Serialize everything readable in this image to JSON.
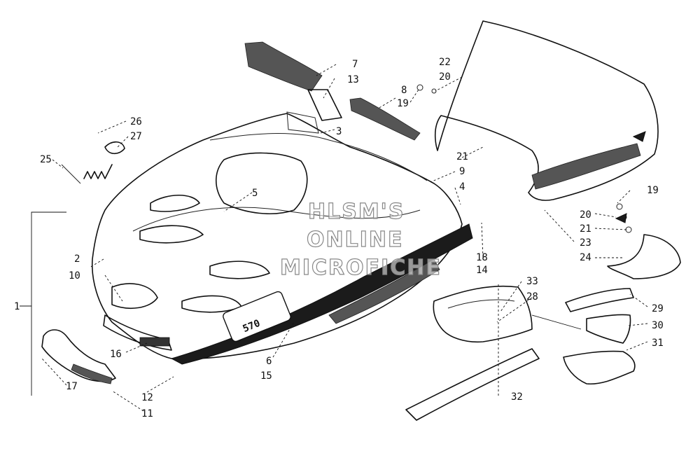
{
  "callouts": [
    {
      "id": "c1",
      "label": "1"
    },
    {
      "id": "c2",
      "label": "2"
    },
    {
      "id": "c3",
      "label": "3"
    },
    {
      "id": "c4",
      "label": "4"
    },
    {
      "id": "c5",
      "label": "5"
    },
    {
      "id": "c6",
      "label": "6"
    },
    {
      "id": "c7",
      "label": "7"
    },
    {
      "id": "c8",
      "label": "8"
    },
    {
      "id": "c9",
      "label": "9"
    },
    {
      "id": "c10",
      "label": "10"
    },
    {
      "id": "c11",
      "label": "11"
    },
    {
      "id": "c12",
      "label": "12"
    },
    {
      "id": "c13",
      "label": "13"
    },
    {
      "id": "c14",
      "label": "14"
    },
    {
      "id": "c15",
      "label": "15"
    },
    {
      "id": "c16",
      "label": "16"
    },
    {
      "id": "c17",
      "label": "17"
    },
    {
      "id": "c18",
      "label": "18"
    },
    {
      "id": "c19a",
      "label": "19"
    },
    {
      "id": "c19b",
      "label": "19"
    },
    {
      "id": "c20a",
      "label": "20"
    },
    {
      "id": "c20b",
      "label": "20"
    },
    {
      "id": "c21a",
      "label": "21"
    },
    {
      "id": "c21b",
      "label": "21"
    },
    {
      "id": "c22",
      "label": "22"
    },
    {
      "id": "c23",
      "label": "23"
    },
    {
      "id": "c24",
      "label": "24"
    },
    {
      "id": "c25",
      "label": "25"
    },
    {
      "id": "c26",
      "label": "26"
    },
    {
      "id": "c27",
      "label": "27"
    },
    {
      "id": "c28",
      "label": "28"
    },
    {
      "id": "c29",
      "label": "29"
    },
    {
      "id": "c30",
      "label": "30"
    },
    {
      "id": "c31",
      "label": "31"
    },
    {
      "id": "c32",
      "label": "32"
    },
    {
      "id": "c33",
      "label": "33"
    }
  ],
  "hood_decal_text": "570",
  "watermark": {
    "line1": "HLSM'S",
    "line2": "ONLINE",
    "line3": "MICROFICHE"
  }
}
